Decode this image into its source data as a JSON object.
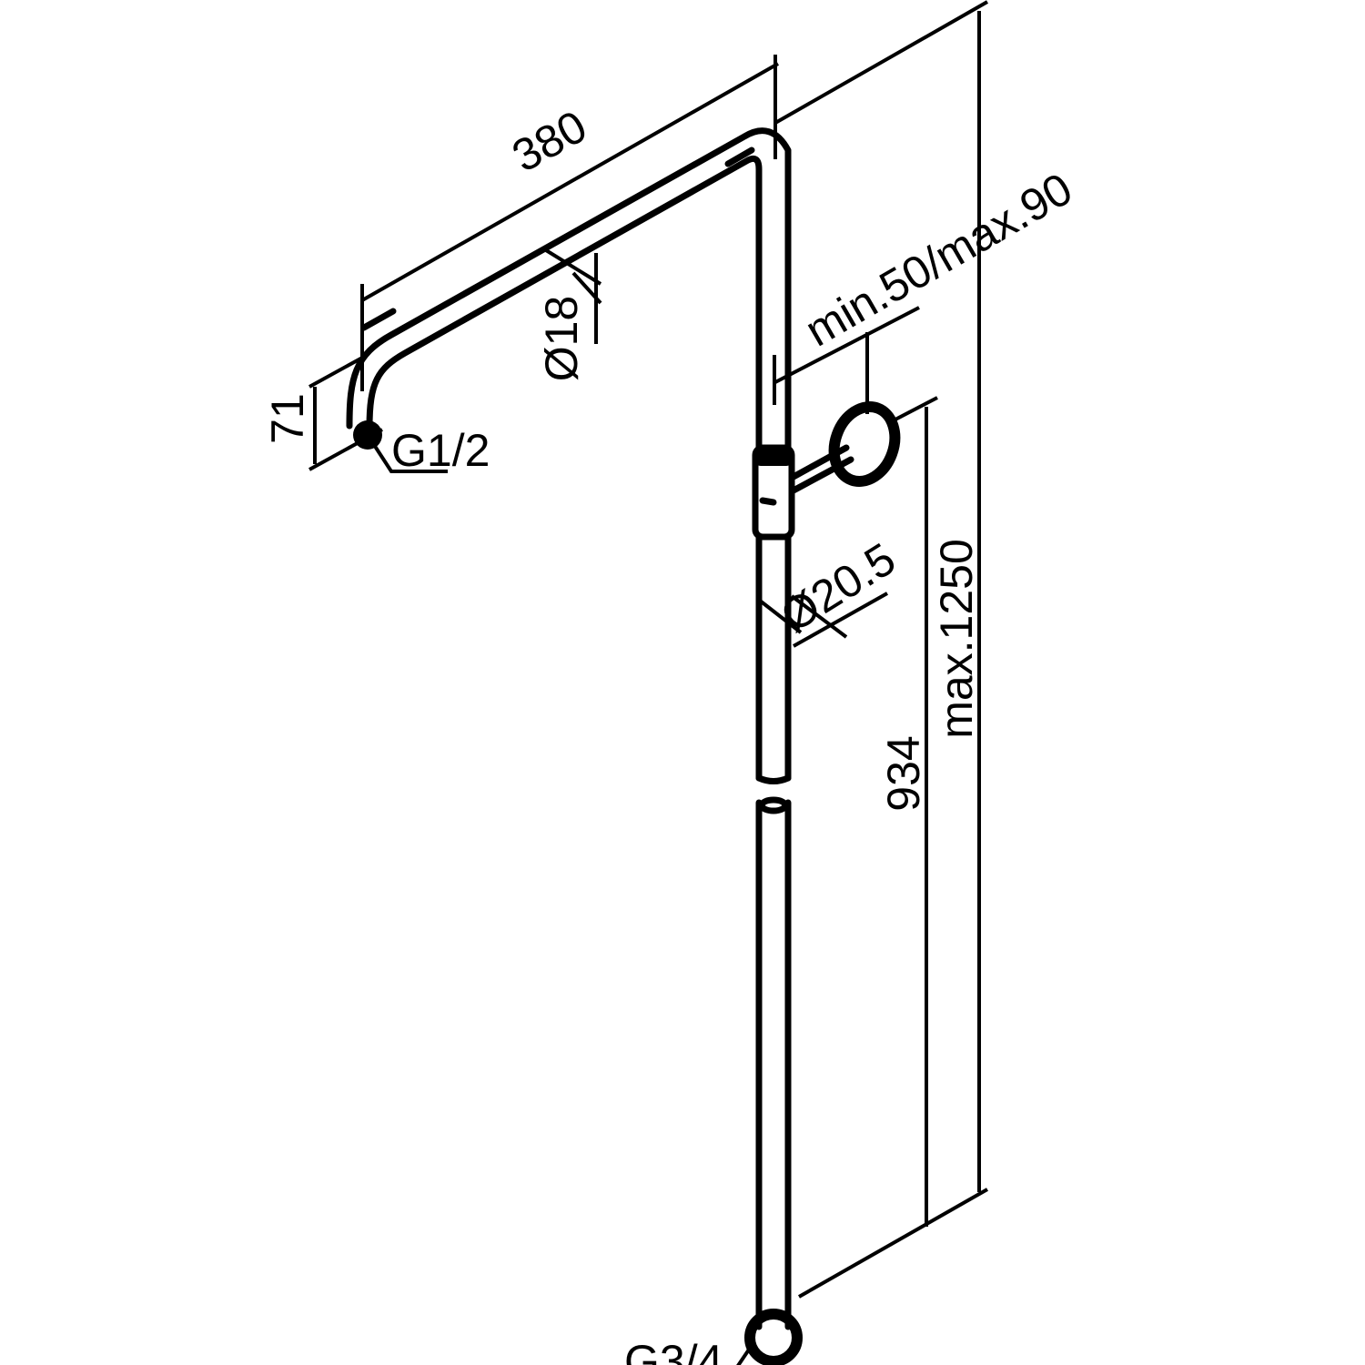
{
  "drawing": {
    "title": "Shower riser rail with overhead arm – dimension drawing",
    "dimensions": {
      "arm_length": "380",
      "arm_diameter": "Ø18",
      "arm_drop": "71",
      "arm_thread": "G1/2",
      "wall_distance": "min.50/max.90",
      "rail_diameter": "Ø20.5",
      "bracket_height": "934",
      "total_height": "max.1250",
      "inlet_thread": "G3/4"
    },
    "colors": {
      "line": "#000000",
      "background": "#ffffff"
    }
  }
}
